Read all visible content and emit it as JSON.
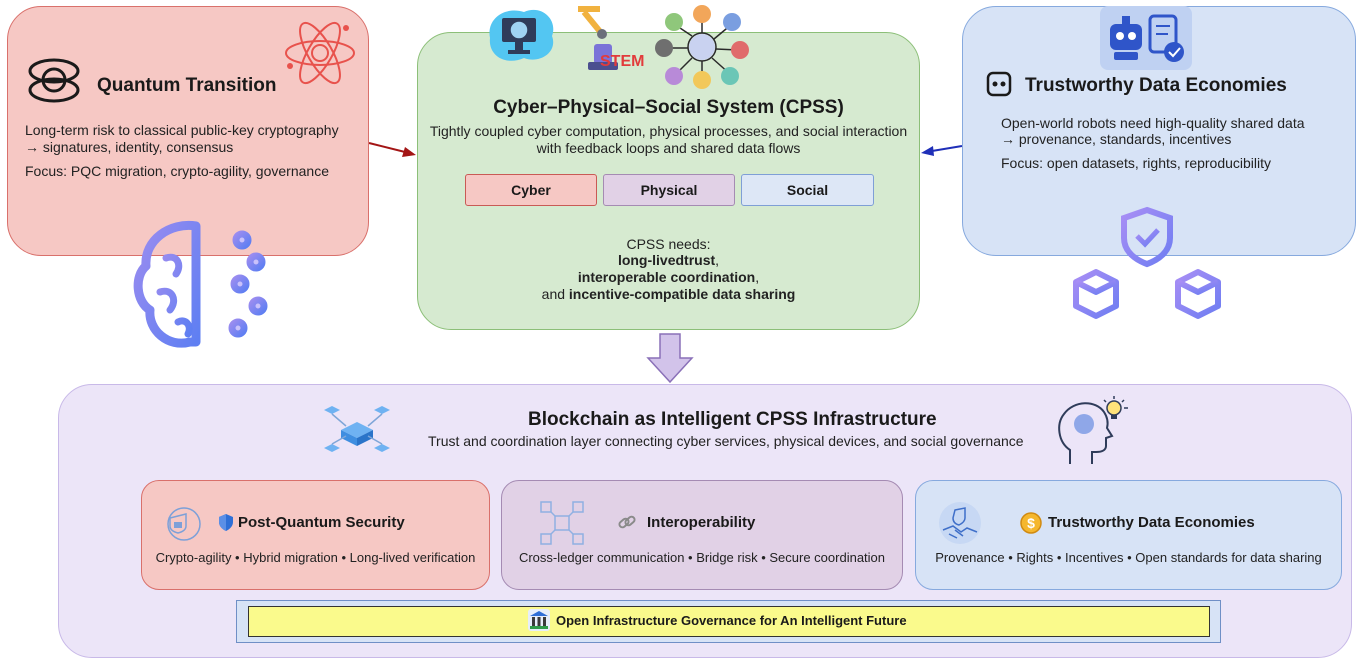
{
  "quantum": {
    "title": "Quantum Transition",
    "line1": "Long-term risk to classical public-key cryptography",
    "line2": "→ signatures, identity, consensus",
    "line3": "Focus: PQC migration, crypto-agility, governance"
  },
  "cpss": {
    "title": "Cyber–Physical–Social System (CPSS)",
    "line1": "Tightly coupled cyber computation, physical processes, and social interaction",
    "line2": "with feedback loops and shared data flows",
    "chips": [
      "Cyber",
      "Physical",
      "Social"
    ],
    "needs_label": "CPSS needs:",
    "need1_bold": "long-livedtrust",
    "need1_tail": ",",
    "need2_bold": "interoperable coordination",
    "need2_tail": ",",
    "need3_pre": "and ",
    "need3_bold": "incentive-compatible data sharing",
    "stem_icon_text": "STEM"
  },
  "data": {
    "title": "Trustworthy Data Economies",
    "line1": "Open-world robots need high-quality shared data",
    "line2": "→ provenance, standards, incentives",
    "line3": "Focus: open datasets, rights, reproducibility"
  },
  "blockchain": {
    "title": "Blockchain as Intelligent CPSS Infrastructure",
    "subtitle": "Trust and coordination layer connecting cyber services, physical devices, and social governance",
    "pq": {
      "title": "Post-Quantum Security",
      "desc": "Crypto-agility • Hybrid migration • Long-lived verification"
    },
    "interop": {
      "title": "Interoperability",
      "desc": "Cross-ledger communication • Bridge risk • Secure coordination"
    },
    "tde": {
      "title": "Trustworthy Data Economies",
      "desc": "Provenance • Rights • Incentives • Open standards for data sharing"
    },
    "governance": "Open Infrastructure Governance for An Intelligent Future"
  },
  "colors": {
    "quantum_fill": "#f6c8c4",
    "cpss_fill": "#d6ead0",
    "data_fill": "#d7e3f6",
    "blockchain_fill": "#ece5f8",
    "arrow_left": "#a31515",
    "arrow_right": "#1f2fb8",
    "governance_bar": "#fafa8c"
  }
}
